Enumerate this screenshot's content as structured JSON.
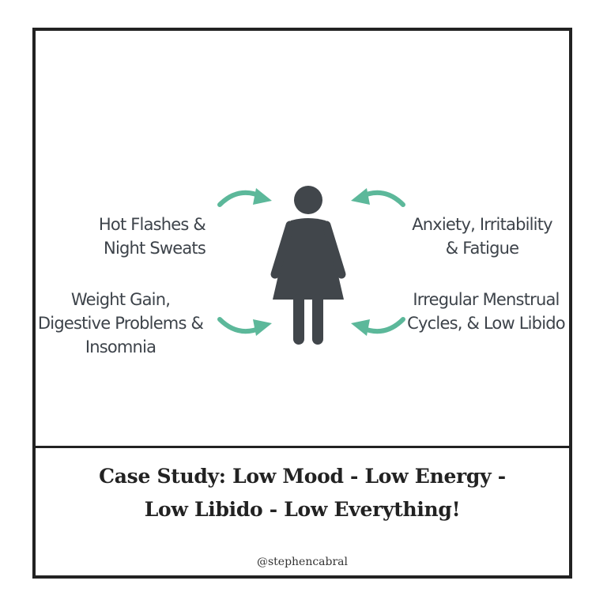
{
  "diagram": {
    "symptoms": {
      "top_left": [
        "Hot Flashes &",
        "Night Sweats"
      ],
      "bottom_left": [
        "Weight Gain,",
        "Digestive Problems &",
        "Insomnia"
      ],
      "top_right": [
        "Anxiety, Irritability",
        "& Fatigue"
      ],
      "bottom_right": [
        "Irregular Menstrual",
        "Cycles, & Low Libido"
      ]
    },
    "icons": {
      "figure": "woman-figure-icon",
      "arrow": "curved-arrow-icon"
    },
    "colors": {
      "figure": "#41464b",
      "arrow": "#5cb89a",
      "text": "#3d434a",
      "border": "#222222"
    }
  },
  "caption": {
    "lines": [
      "Case Study: Low Mood - Low Energy -",
      "Low Libido - Low Everything!"
    ]
  },
  "handle": "@stephencabral"
}
